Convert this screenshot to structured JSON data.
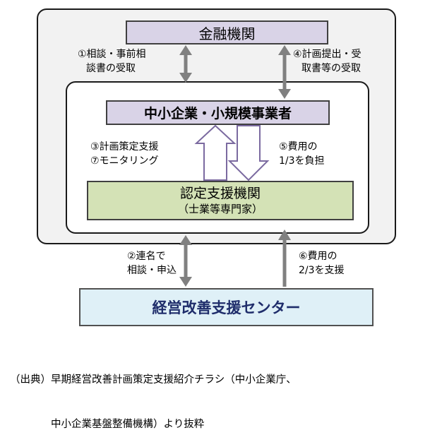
{
  "nodes": {
    "bank": "金融機関",
    "sme": "中小企業・小規模事業者",
    "support_agency": "認定支援機関",
    "support_agency_sub": "（士業等専門家）",
    "center": "経営改善支援センター"
  },
  "steps": {
    "s1_line1": "①相談・事前相",
    "s1_line2": "談書の受取",
    "s4_line1": "④計画提出・受",
    "s4_line2": "取書等の受取",
    "s3": "③計画策定支援",
    "s7": "⑦モニタリング",
    "s5_line1": "⑤費用の",
    "s5_line2": "1/3を負担",
    "s2_line1": "②連名で",
    "s2_line2": "相談・申込",
    "s6_line1": "⑥費用の",
    "s6_line2": "2/3を支援"
  },
  "source": {
    "line1": "（出典）早期経営改善計画策定支援紹介チラシ（中小企業庁、",
    "line2": "　　　　中小企業基盤整備機構）より抜粋"
  },
  "colors": {
    "purple_box": "#d9d3e7",
    "green_box": "#d4e2b6",
    "blue_box": "#dff0f7",
    "arrow_gray": "#808080",
    "hollow_arrow": "#7b6aa0"
  }
}
